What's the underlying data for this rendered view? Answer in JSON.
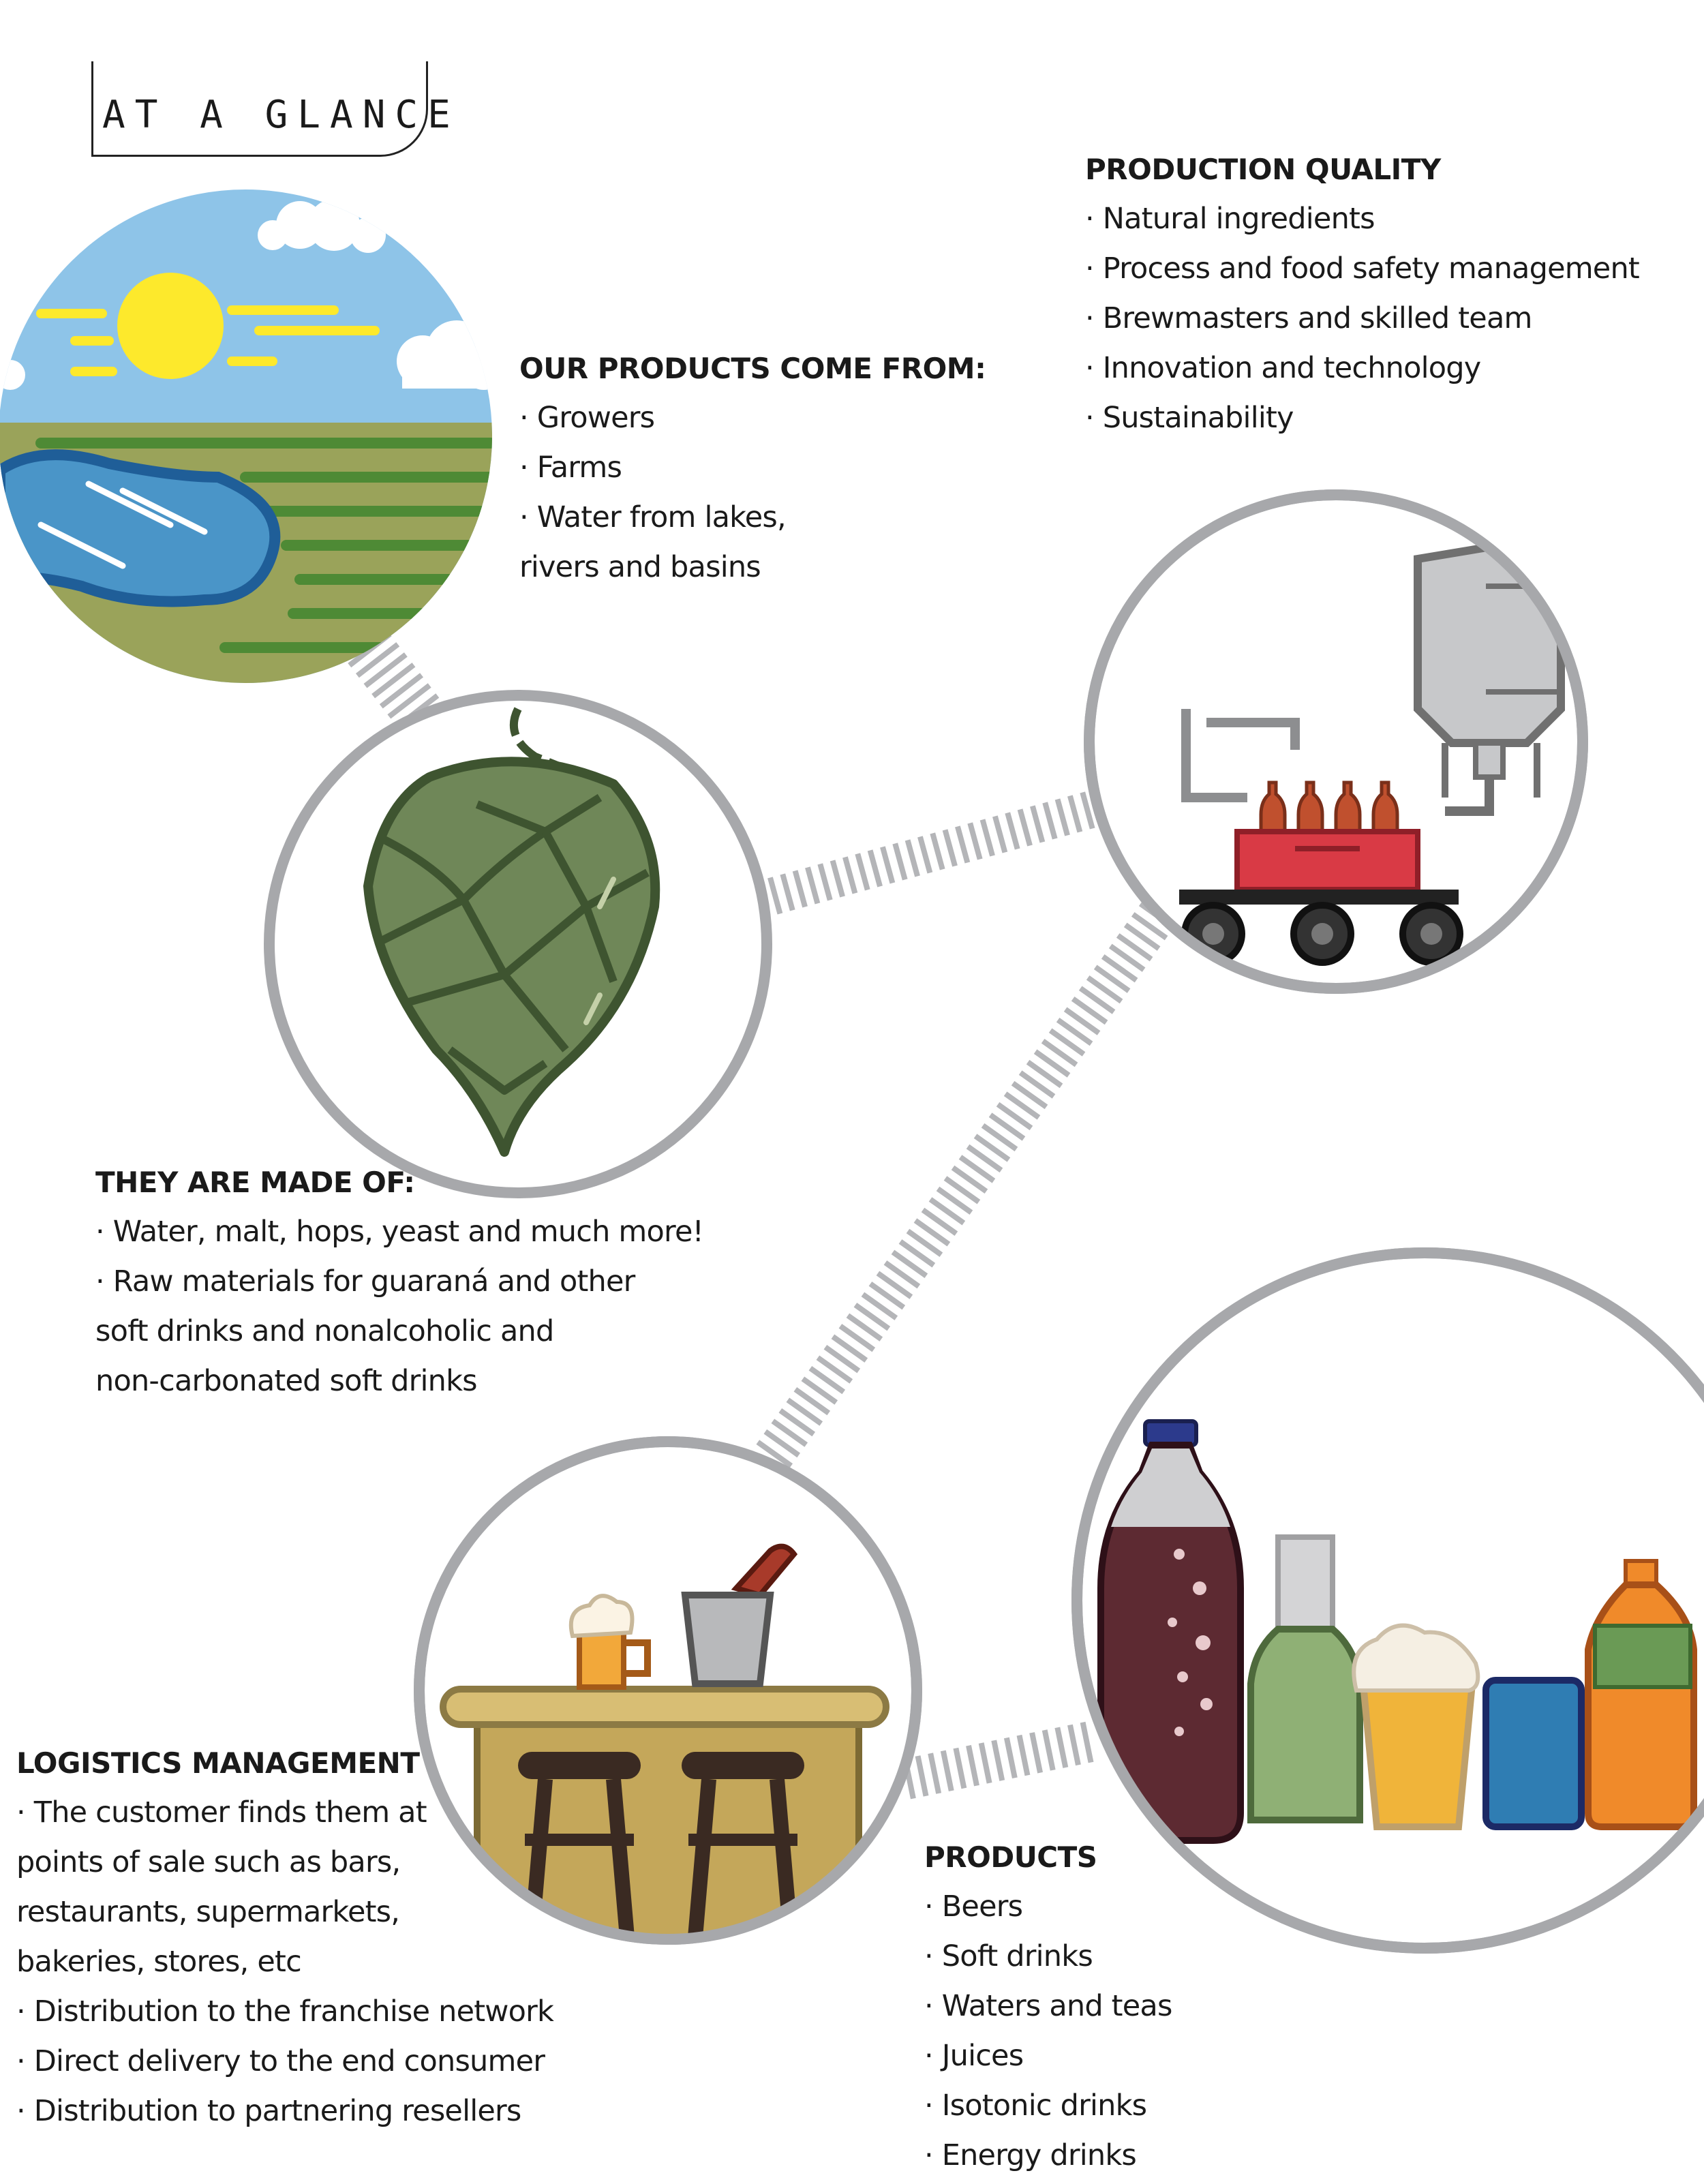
{
  "header": {
    "title": "AT A GLANCE"
  },
  "sections": {
    "origin": {
      "heading": "OUR PRODUCTS COME FROM:",
      "lines": [
        "· Growers",
        "· Farms",
        "· Water from lakes,",
        "rivers and basins"
      ]
    },
    "quality": {
      "heading": "PRODUCTION QUALITY",
      "lines": [
        "·  Natural ingredients",
        "· Process and food safety management",
        "· Brewmasters and skilled team",
        "· Innovation and technology",
        "· Sustainability"
      ]
    },
    "ingredients": {
      "heading": "THEY ARE MADE OF:",
      "lines": [
        "· Water, malt, hops, yeast and much more!",
        "· Raw materials for guaraná and other",
        "soft drinks and nonalcoholic and",
        "non-carbonated soft drinks"
      ]
    },
    "logistics": {
      "heading": "LOGISTICS MANAGEMENT",
      "lines": [
        "· The customer finds them at",
        "points of sale such as bars,",
        "restaurants, supermarkets,",
        "bakeries, stores, etc",
        "· Distribution to the franchise network",
        "· Direct delivery to the end consumer",
        "· Distribution to partnering resellers"
      ]
    },
    "products": {
      "heading": "PRODUCTS",
      "lines": [
        "· Beers",
        "· Soft drinks",
        "· Waters and teas",
        "· Juices",
        "· Isotonic drinks",
        "· Energy drinks"
      ]
    }
  },
  "illustrations": [
    {
      "name": "field-lake-icon"
    },
    {
      "name": "hop-cone-icon"
    },
    {
      "name": "brewery-production-icon"
    },
    {
      "name": "bar-counter-icon"
    },
    {
      "name": "beverage-bottles-icon"
    }
  ],
  "colors": {
    "ring": "#a7a8ab",
    "connector": "#b4b5b8",
    "sky": "#8ec4e8",
    "sun": "#fde92c",
    "field": "#9aa35a",
    "lake": "#4a95c8",
    "hop": "#6f8758",
    "crate": "#d93a45",
    "counter": "#c4a75a",
    "cola": "#5d2a32"
  }
}
